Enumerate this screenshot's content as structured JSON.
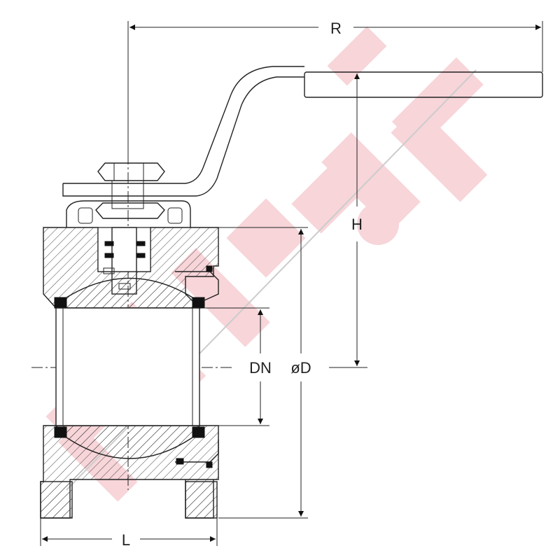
{
  "dimensions": {
    "r_label": "R",
    "h_label": "H",
    "dn_label": "DN",
    "od_label": "øD",
    "l_label": "L"
  },
  "colors": {
    "line": "#222222",
    "watermark": "#f4c7cd"
  },
  "icons": {
    "watermark": "watermark-logo"
  }
}
